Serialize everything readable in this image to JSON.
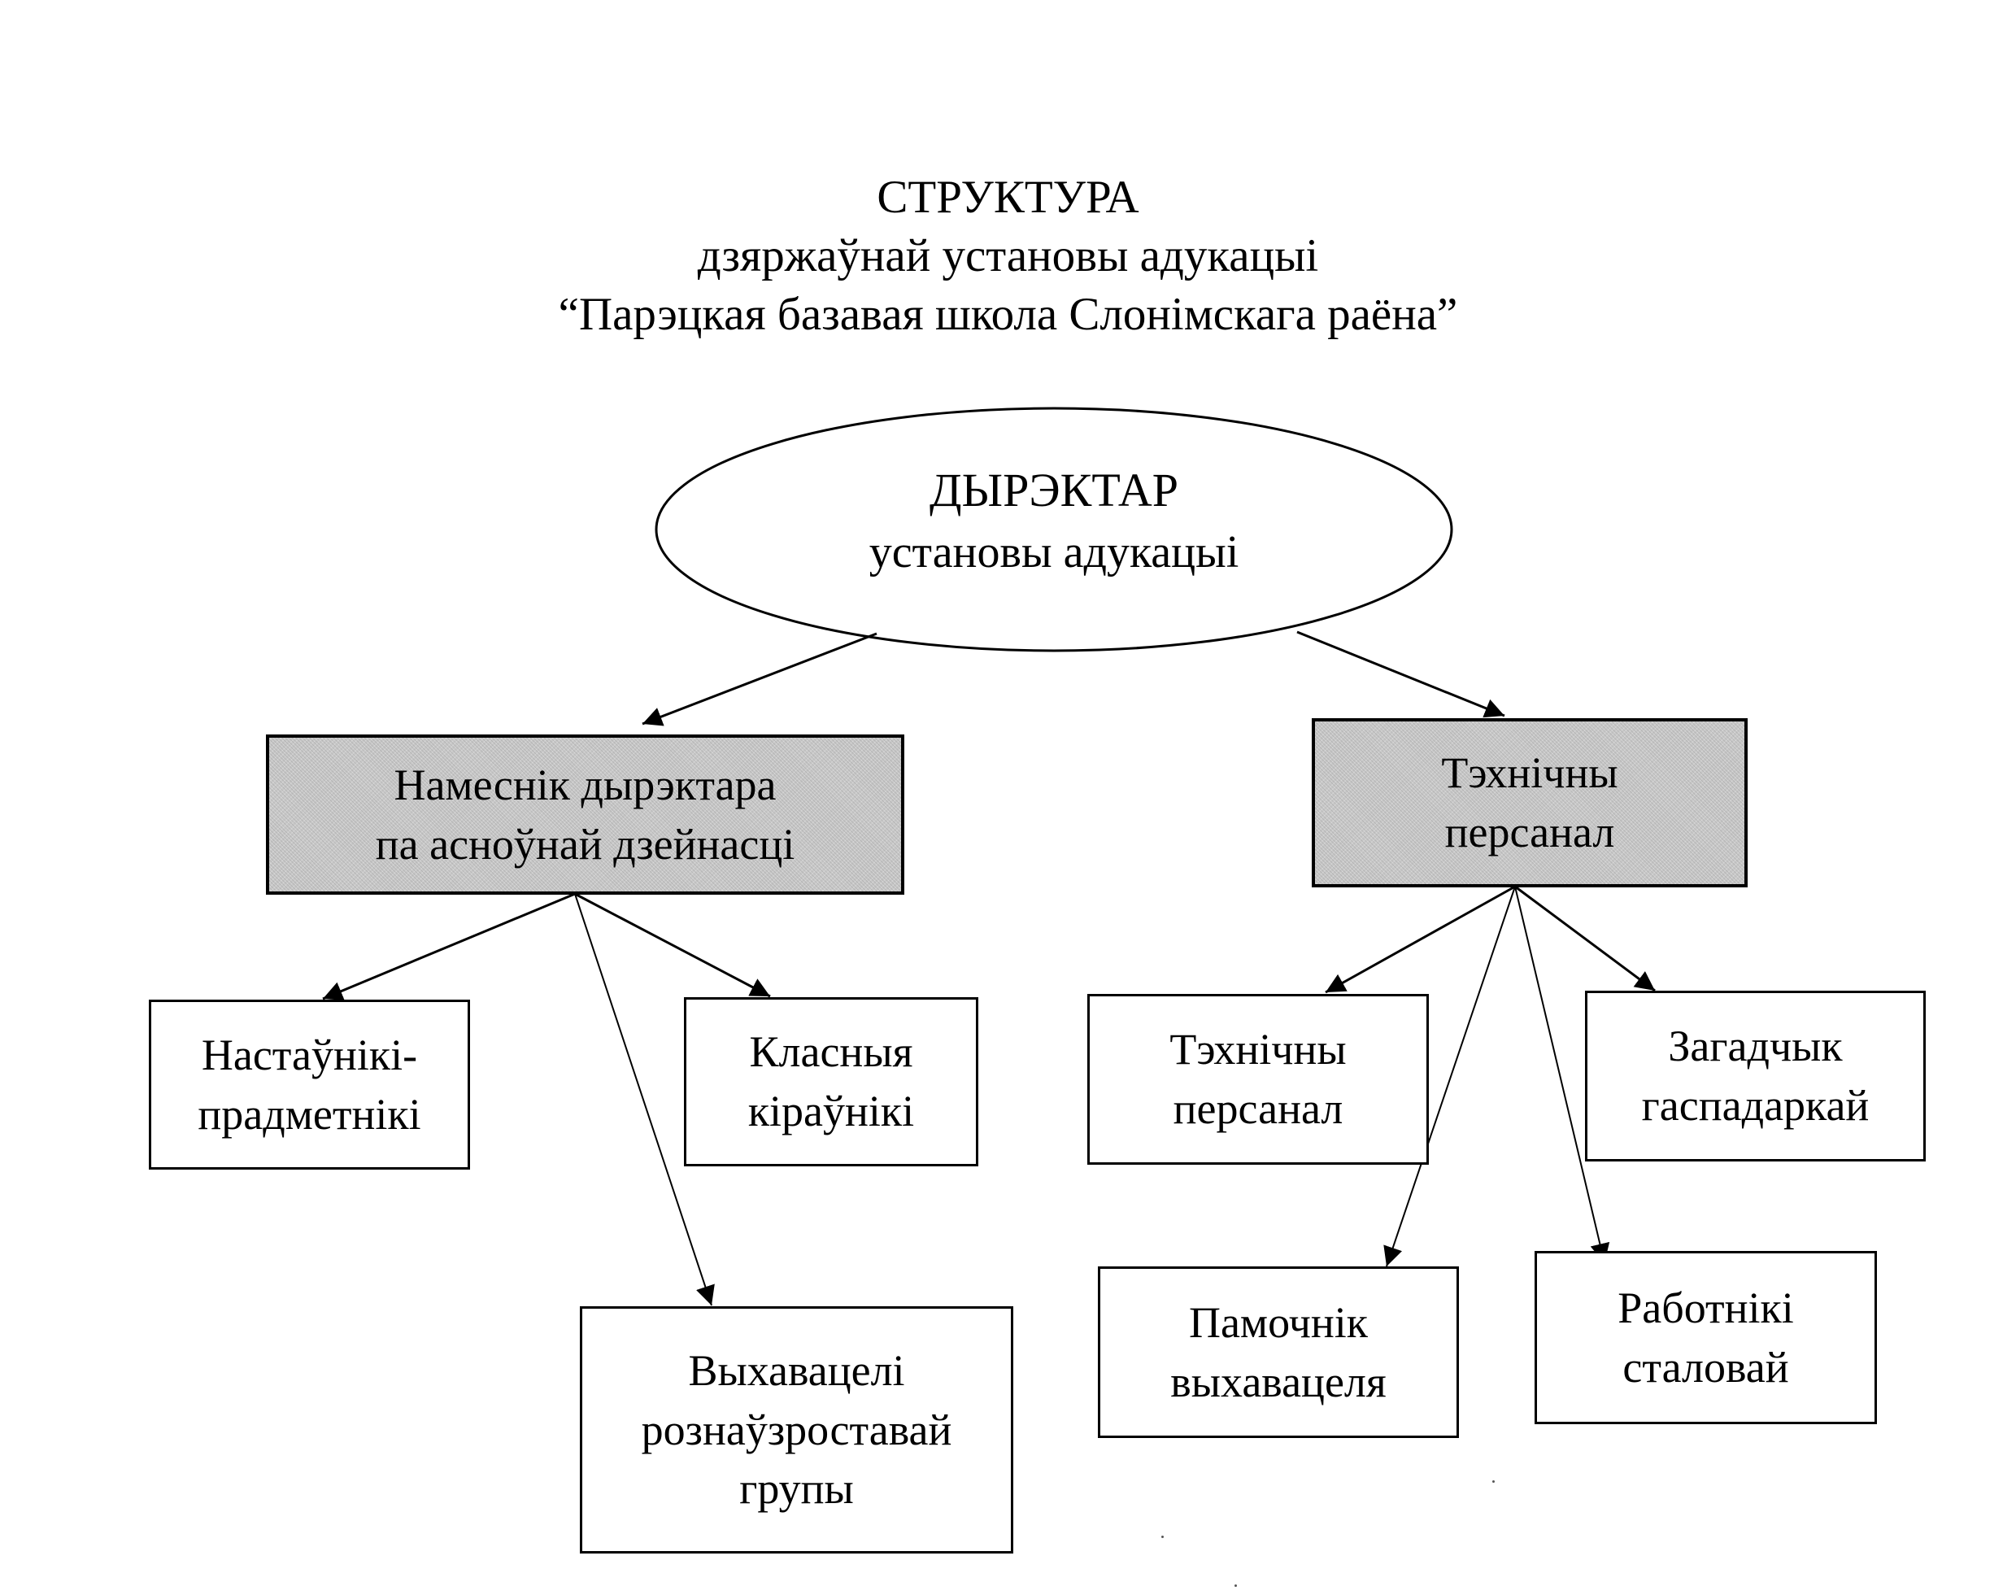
{
  "document": {
    "title_lines": [
      "СТРУКТУРА",
      "дзяржаўнай установы адукацыі",
      "“Парэцкая базавая школа Слонімскага раёна”"
    ]
  },
  "org_chart": {
    "root": {
      "shape": "ellipse",
      "lines": [
        "ДЫРЭКТАР",
        "установы адукацыі"
      ]
    },
    "level1": [
      {
        "id": "deputy",
        "shaded": true,
        "lines": [
          "Намеснік дырэктара",
          "па асноўнай дзейнасці"
        ],
        "children": [
          {
            "id": "subject-teachers",
            "lines": [
              "Настаўнікі-",
              "прадметнікі"
            ]
          },
          {
            "id": "class-teachers",
            "lines": [
              "Класныя",
              "кіраўнікі"
            ]
          },
          {
            "id": "educators",
            "lines": [
              "Выхавацелі",
              "рознаўзроставай",
              "групы"
            ]
          }
        ]
      },
      {
        "id": "technical-staff",
        "shaded": true,
        "lines": [
          "Тэхнічны",
          "персанал"
        ],
        "children": [
          {
            "id": "technical-staff-sub",
            "lines": [
              "Тэхнічны",
              "персанал"
            ]
          },
          {
            "id": "assistant-educator",
            "lines": [
              "Памочнік",
              "выхавацеля"
            ]
          },
          {
            "id": "canteen-workers",
            "lines": [
              "Работнікі",
              "сталовай"
            ]
          },
          {
            "id": "facilities-manager",
            "lines": [
              "Загадчык",
              "гаспадаркай"
            ]
          }
        ]
      }
    ],
    "edges": [
      [
        "root",
        "deputy"
      ],
      [
        "root",
        "technical-staff"
      ],
      [
        "deputy",
        "subject-teachers"
      ],
      [
        "deputy",
        "class-teachers"
      ],
      [
        "deputy",
        "educators"
      ],
      [
        "technical-staff",
        "technical-staff-sub"
      ],
      [
        "technical-staff",
        "assistant-educator"
      ],
      [
        "technical-staff",
        "canteen-workers"
      ],
      [
        "technical-staff",
        "facilities-manager"
      ]
    ]
  },
  "colors": {
    "line": "#000000",
    "shaded_fill": "#c9c9c9",
    "background": "#ffffff"
  }
}
